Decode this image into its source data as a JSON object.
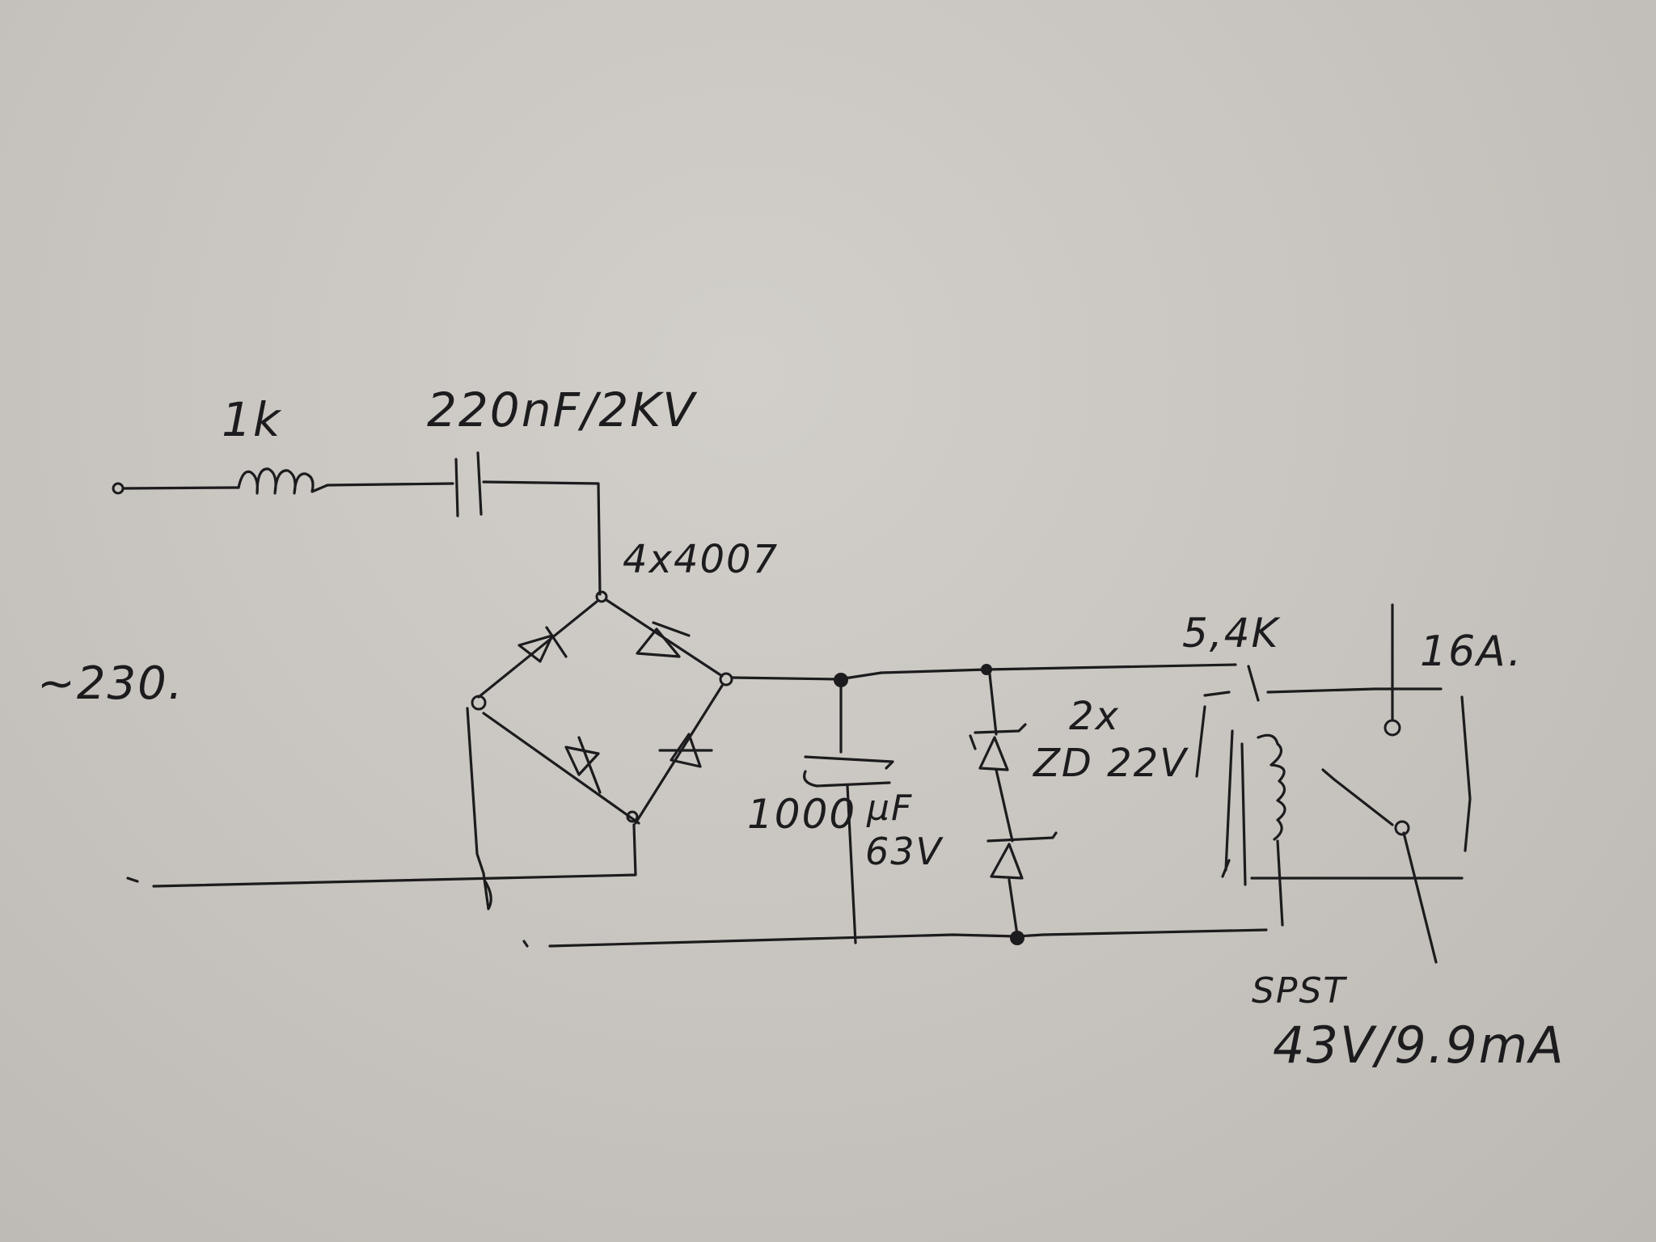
{
  "labels": {
    "resistor": "1k",
    "capacitor_series": "220nF/2KV",
    "bridge": "4x4007",
    "mains": "~230.",
    "filter_cap_value": "1000",
    "filter_cap_unit": "µF",
    "filter_cap_voltage": "63V",
    "zener_count": "2x",
    "zener_spec": "ZD 22V",
    "relay_resistor": "5,4K",
    "contact_rating": "16A.",
    "relay_type": "SPST",
    "relay_coil": "43V/9.9mA"
  },
  "colors": {
    "ink": "#1c1c1e",
    "paper": "#c9c5c0"
  }
}
